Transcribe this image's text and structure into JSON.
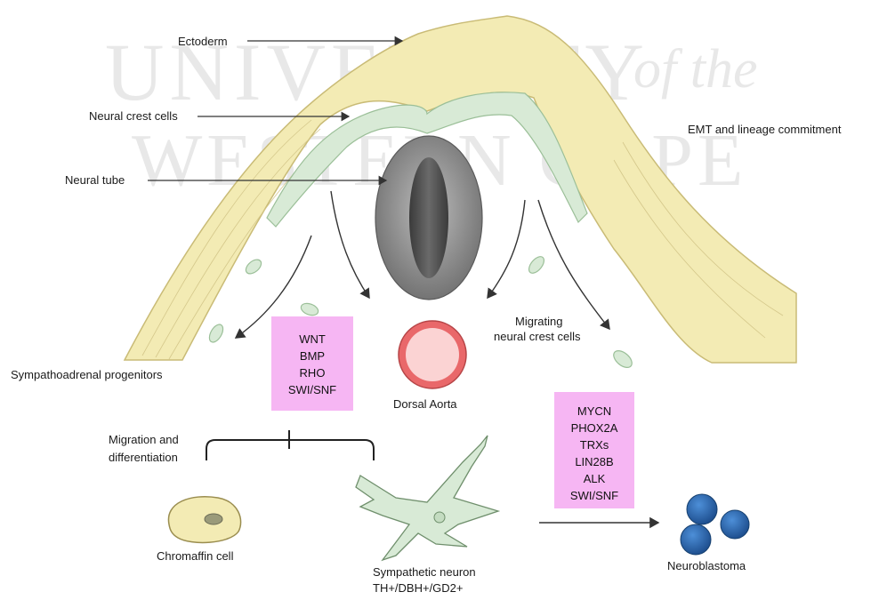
{
  "watermark": {
    "line1": "UNIVERSITY",
    "line1_suffix": "of the",
    "line2": "WESTERN CAPE"
  },
  "labels": {
    "ectoderm": "Ectoderm",
    "neural_crest_cells": "Neural crest cells",
    "neural_tube": "Neural tube",
    "emt": "EMT and lineage commitment",
    "sympathoadrenal": "Sympathoadrenal progenitors",
    "dorsal_aorta": "Dorsal Aorta",
    "migrating_line1": "Migrating",
    "migrating_line2": "neural crest cells",
    "migration_line1": "Migration and",
    "migration_line2": "differentiation",
    "chromaffin": "Chromaffin cell",
    "sympathetic_neuron": "Sympathetic neuron",
    "neuron_markers": "TH+/DBH+/GD2+",
    "neuroblastoma": "Neuroblastoma"
  },
  "signaling_box": {
    "items": [
      "WNT",
      "BMP",
      "RHO",
      "SWI/SNF"
    ]
  },
  "oncogene_box": {
    "items": [
      "MYCN",
      "PHOX2A",
      "TRXs",
      "LIN28B",
      "ALK",
      "SWI/SNF"
    ]
  },
  "colors": {
    "ectoderm_fill": "#f3ebb4",
    "ectoderm_stroke": "#c9bb76",
    "cell_green": "#d8ead6",
    "cell_green_stroke": "#9bbf98",
    "box_pink": "#f6b6f3",
    "aorta_red": "#e9686a",
    "aorta_pink": "#fbd3d3",
    "tube_grey": "#8b8b8b",
    "neuroblastoma_blue": "#2f6fb8"
  }
}
